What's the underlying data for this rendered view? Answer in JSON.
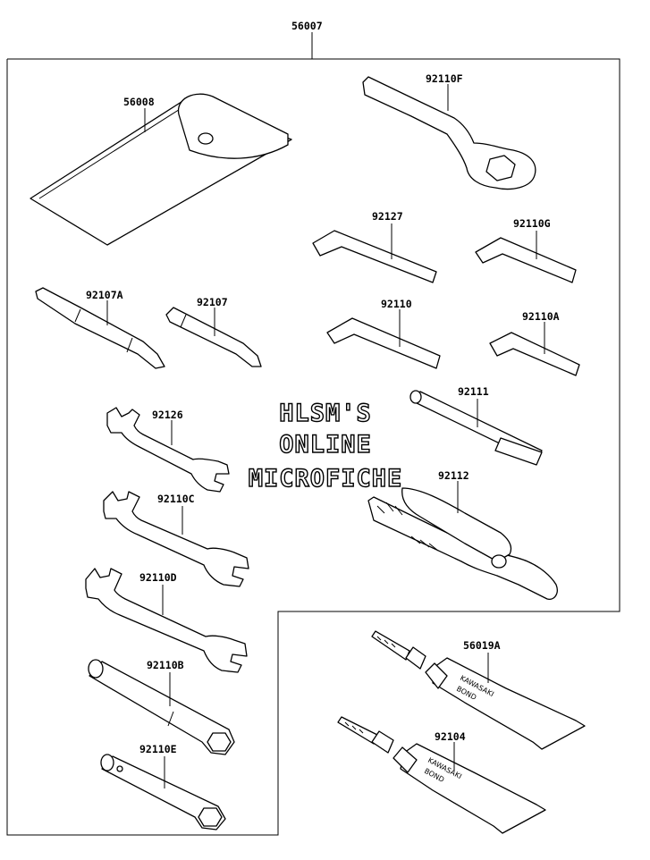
{
  "assembly_label": "56007",
  "watermark": {
    "line1": "HLSM'S",
    "line2": "ONLINE",
    "line3": "MICROFICHE"
  },
  "parts": {
    "p56008": "56008",
    "p92110F": "92110F",
    "p92127": "92127",
    "p92110G": "92110G",
    "p92107A": "92107A",
    "p92107": "92107",
    "p92110": "92110",
    "p92110A": "92110A",
    "p92126": "92126",
    "p92111": "92111",
    "p92110C": "92110C",
    "p92112": "92112",
    "p92110D": "92110D",
    "p56019A": "56019A",
    "p92110B": "92110B",
    "p92104": "92104",
    "p92110E": "92110E"
  },
  "tube_text": {
    "brand": "KAWASAKI",
    "product": "BOND"
  }
}
